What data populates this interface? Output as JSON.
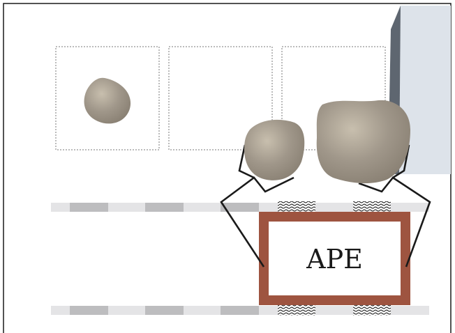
{
  "label_box": {
    "text": "APE"
  },
  "colors": {
    "frame": "#1a1a1a",
    "box_border": "#9e5440",
    "rock": "#9a9183",
    "rock_highlight": "#c8bfae",
    "panel_fill": "#dde3ea",
    "panel_edge": "#5e6670",
    "track_dark": "#bdbdbf",
    "track_light": "#e4e4e6"
  },
  "elements": {
    "slots": [
      "slot-1",
      "slot-2",
      "slot-3"
    ],
    "rocks": [
      "rock-in-slot-1",
      "rock-left-pair",
      "rock-right-pair"
    ],
    "tracks": [
      "track-top",
      "track-bottom"
    ]
  }
}
